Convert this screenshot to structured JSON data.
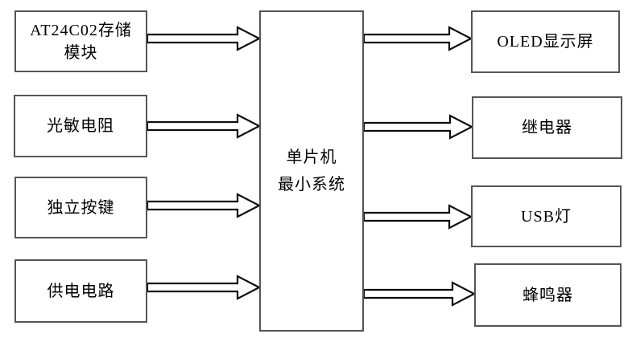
{
  "diagram": {
    "type": "block-diagram",
    "background": "#ffffff",
    "colors": {
      "box_border": "#555555",
      "arrow_outline": "#0d0d0d",
      "arrow_fill": "#ffffff",
      "text": "#000000"
    },
    "center": {
      "id": "mcu-minimal-system",
      "label": "单片机\n最小系统"
    },
    "inputs": [
      {
        "id": "at24c02-storage",
        "label": "AT24C02存储模块"
      },
      {
        "id": "photoresistor",
        "label": "光敏电阻"
      },
      {
        "id": "independent-keys",
        "label": "独立按键"
      },
      {
        "id": "power-supply",
        "label": "供电电路"
      }
    ],
    "outputs": [
      {
        "id": "oled-display",
        "label": "OLED显示屏"
      },
      {
        "id": "relay",
        "label": "继电器"
      },
      {
        "id": "usb-light",
        "label": "USB灯"
      },
      {
        "id": "buzzer",
        "label": "蜂鸣器"
      }
    ],
    "connections": [
      {
        "from": "AT24C02存储模块",
        "to": "单片机最小系统"
      },
      {
        "from": "光敏电阻",
        "to": "单片机最小系统"
      },
      {
        "from": "独立按键",
        "to": "单片机最小系统"
      },
      {
        "from": "供电电路",
        "to": "单片机最小系统"
      },
      {
        "from": "单片机最小系统",
        "to": "OLED显示屏"
      },
      {
        "from": "单片机最小系统",
        "to": "继电器"
      },
      {
        "from": "单片机最小系统",
        "to": "USB灯"
      },
      {
        "from": "单片机最小系统",
        "to": "蜂鸣器"
      }
    ]
  }
}
